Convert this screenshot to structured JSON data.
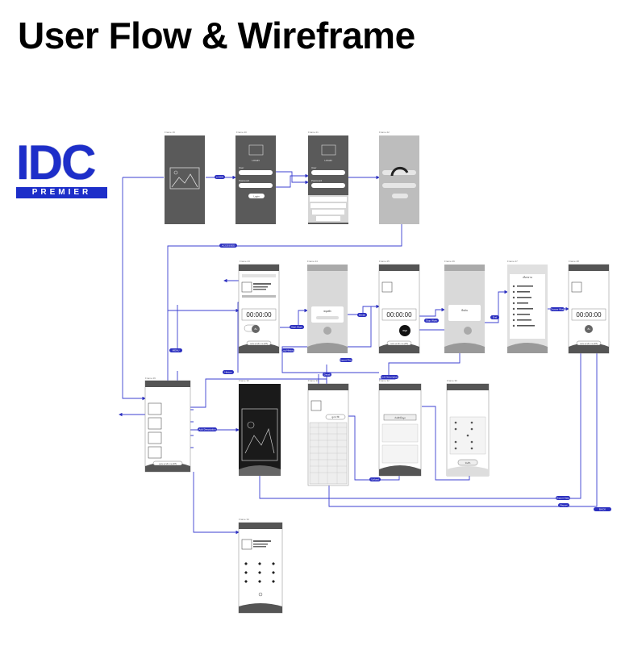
{
  "header": {
    "title": "User Flow & Wireframe"
  },
  "logo": {
    "main": "IDC",
    "sub": "PREMIER"
  },
  "colors": {
    "accent": "#2b2fbf",
    "frame_dark": "#5a5a5a",
    "frame_light": "#bdbdbd",
    "frame_white": "#ffffff"
  },
  "screens": {
    "splash": {
      "label": "Frame 19"
    },
    "login": {
      "label": "Frame 20",
      "heading": "LOGIN",
      "user_label": "User",
      "password_label": "Password",
      "button": "Login"
    },
    "login_keyboard": {
      "label": "Frame 21",
      "heading": "LOGIN",
      "user_label": "User",
      "password_label": "Password"
    },
    "loading": {
      "label": "Frame 22"
    },
    "timer_main": {
      "label": "Frame 23",
      "time": "00:00:00",
      "button": "เริ่ม",
      "footer": "ออกเวลาทำงาน (OT)"
    },
    "timer_popup": {
      "label": "Frame 24",
      "popup": "หยุดพัก"
    },
    "timer_running": {
      "label": "Frame 25",
      "time": "00:00:00",
      "button": "หยุด",
      "footer": "ออกเวลาทำงาน (OT)"
    },
    "timer_confirm": {
      "label": "Frame 26",
      "popup": "ยืนยัน"
    },
    "list_select": {
      "label": "Frame 27",
      "heading": "เลือกงาน"
    },
    "timer_end": {
      "label": "Frame 28",
      "time": "00:00:00",
      "button": "เริ่ม",
      "footer": "ออกเวลาทำงาน (OT)"
    },
    "menu_list": {
      "label": "Frame 29",
      "footer": "ออกเวลาทำงาน (OT)"
    },
    "photo_dark": {
      "label": "Frame 30"
    },
    "table": {
      "label": "Frame 31",
      "button": "ดูประวัติ"
    },
    "form": {
      "label": "Frame 32",
      "button": "บันทึกข้อมูล"
    },
    "radio_form": {
      "label": "Frame 33",
      "button": "บันทึก"
    },
    "profile": {
      "label": "Frame 34"
    }
  },
  "connectors": {
    "login": "LOGIN",
    "accessed": "ACCESSED",
    "start_work": "Start Work",
    "break": "Break",
    "stop_work": "Stop Work",
    "end": "End",
    "choose_work": "Choose Work",
    "menu": "MENU",
    "log_history": "Log History",
    "history": "History",
    "detail": "Detail",
    "job_description": "Job Description",
    "add_description": "Add Description",
    "upload": "Upload",
    "export_print": "Export Print",
    "report": "Report",
    "export_data": "Export Data",
    "back": "BACK"
  }
}
